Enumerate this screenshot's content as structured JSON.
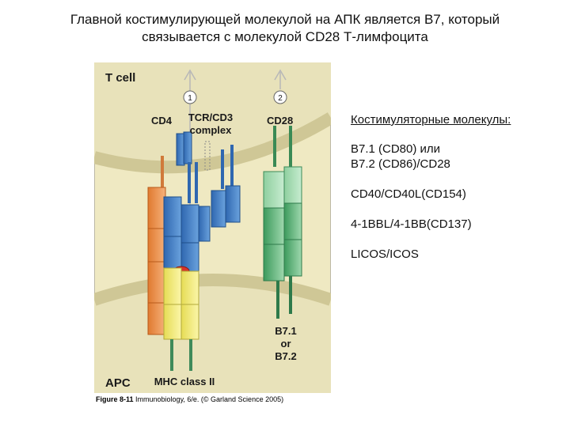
{
  "slide": {
    "title_line1": "Главной костимулирующей молекулой на АПК является B7, который",
    "title_line2": "связывается с молекулой CD28 Т-лимфоцита"
  },
  "figure": {
    "labels": {
      "t_cell": "T cell",
      "apc": "APC",
      "cd4": "CD4",
      "tcr_line1": "TCR/CD3",
      "tcr_line2": "complex",
      "cd28": "CD28",
      "signal1": "1",
      "signal2": "2",
      "b7_line1": "B7.1",
      "b7_line2": "or",
      "b7_line3": "B7.2",
      "mhc": "MHC class II"
    },
    "caption_bold": "Figure 8-11",
    "caption_rest": " Immunobiology, 6/e. (© Garland Science 2005)"
  },
  "side_panel": {
    "heading": "Костимуляторные молекулы:",
    "groups": [
      [
        "B7.1 (CD80) или",
        "B7.2 (CD86)/CD28"
      ],
      [
        "CD40/CD40L(CD154)"
      ],
      [
        "4-1BBL/4-1BB(CD137)"
      ],
      [
        "LICOS/ICOS"
      ]
    ]
  },
  "colors": {
    "panel_bg": "#efe9c2",
    "membrane": "#d6cfa0",
    "cd4_orange": "#f29a5a",
    "tcr_blue": "#4a86c9",
    "mhc_yellow": "#f7f08a",
    "cd28_green": "#6fc08a",
    "antigen_red": "#d8332a",
    "arrow_line": "#c8c8c8"
  }
}
